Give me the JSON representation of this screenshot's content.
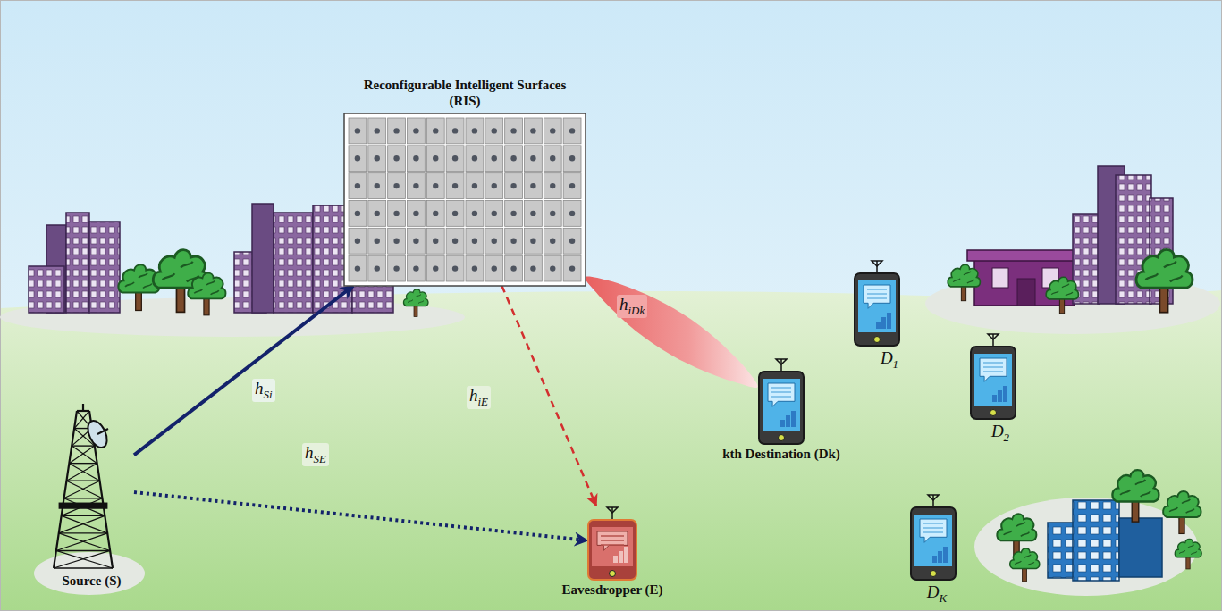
{
  "diagram": {
    "nodes": [
      {
        "text": [
          "Reconfigurable Intelligent Surfaces (RIS)"
        ]
      },
      {
        "text": [
          "Source (S)"
        ]
      },
      {
        "text": [
          "Eavesdropper (E)"
        ]
      },
      {
        "text": [
          "kth Destination (Dk)"
        ]
      },
      {
        "text": [
          "D1"
        ]
      },
      {
        "text": [
          "D2"
        ]
      },
      {
        "text": [
          "DK"
        ]
      }
    ],
    "edges": [
      {
        "from": 1,
        "to": 0,
        "arrow": "to",
        "label": "hSi"
      },
      {
        "from": 1,
        "to": 2,
        "arrow": "to",
        "label": "hSE"
      },
      {
        "from": 0,
        "to": 2,
        "arrow": "to",
        "label": "hiE"
      },
      {
        "from": 0,
        "to": 3,
        "arrow": "none",
        "label": "hiDk"
      }
    ]
  }
}
